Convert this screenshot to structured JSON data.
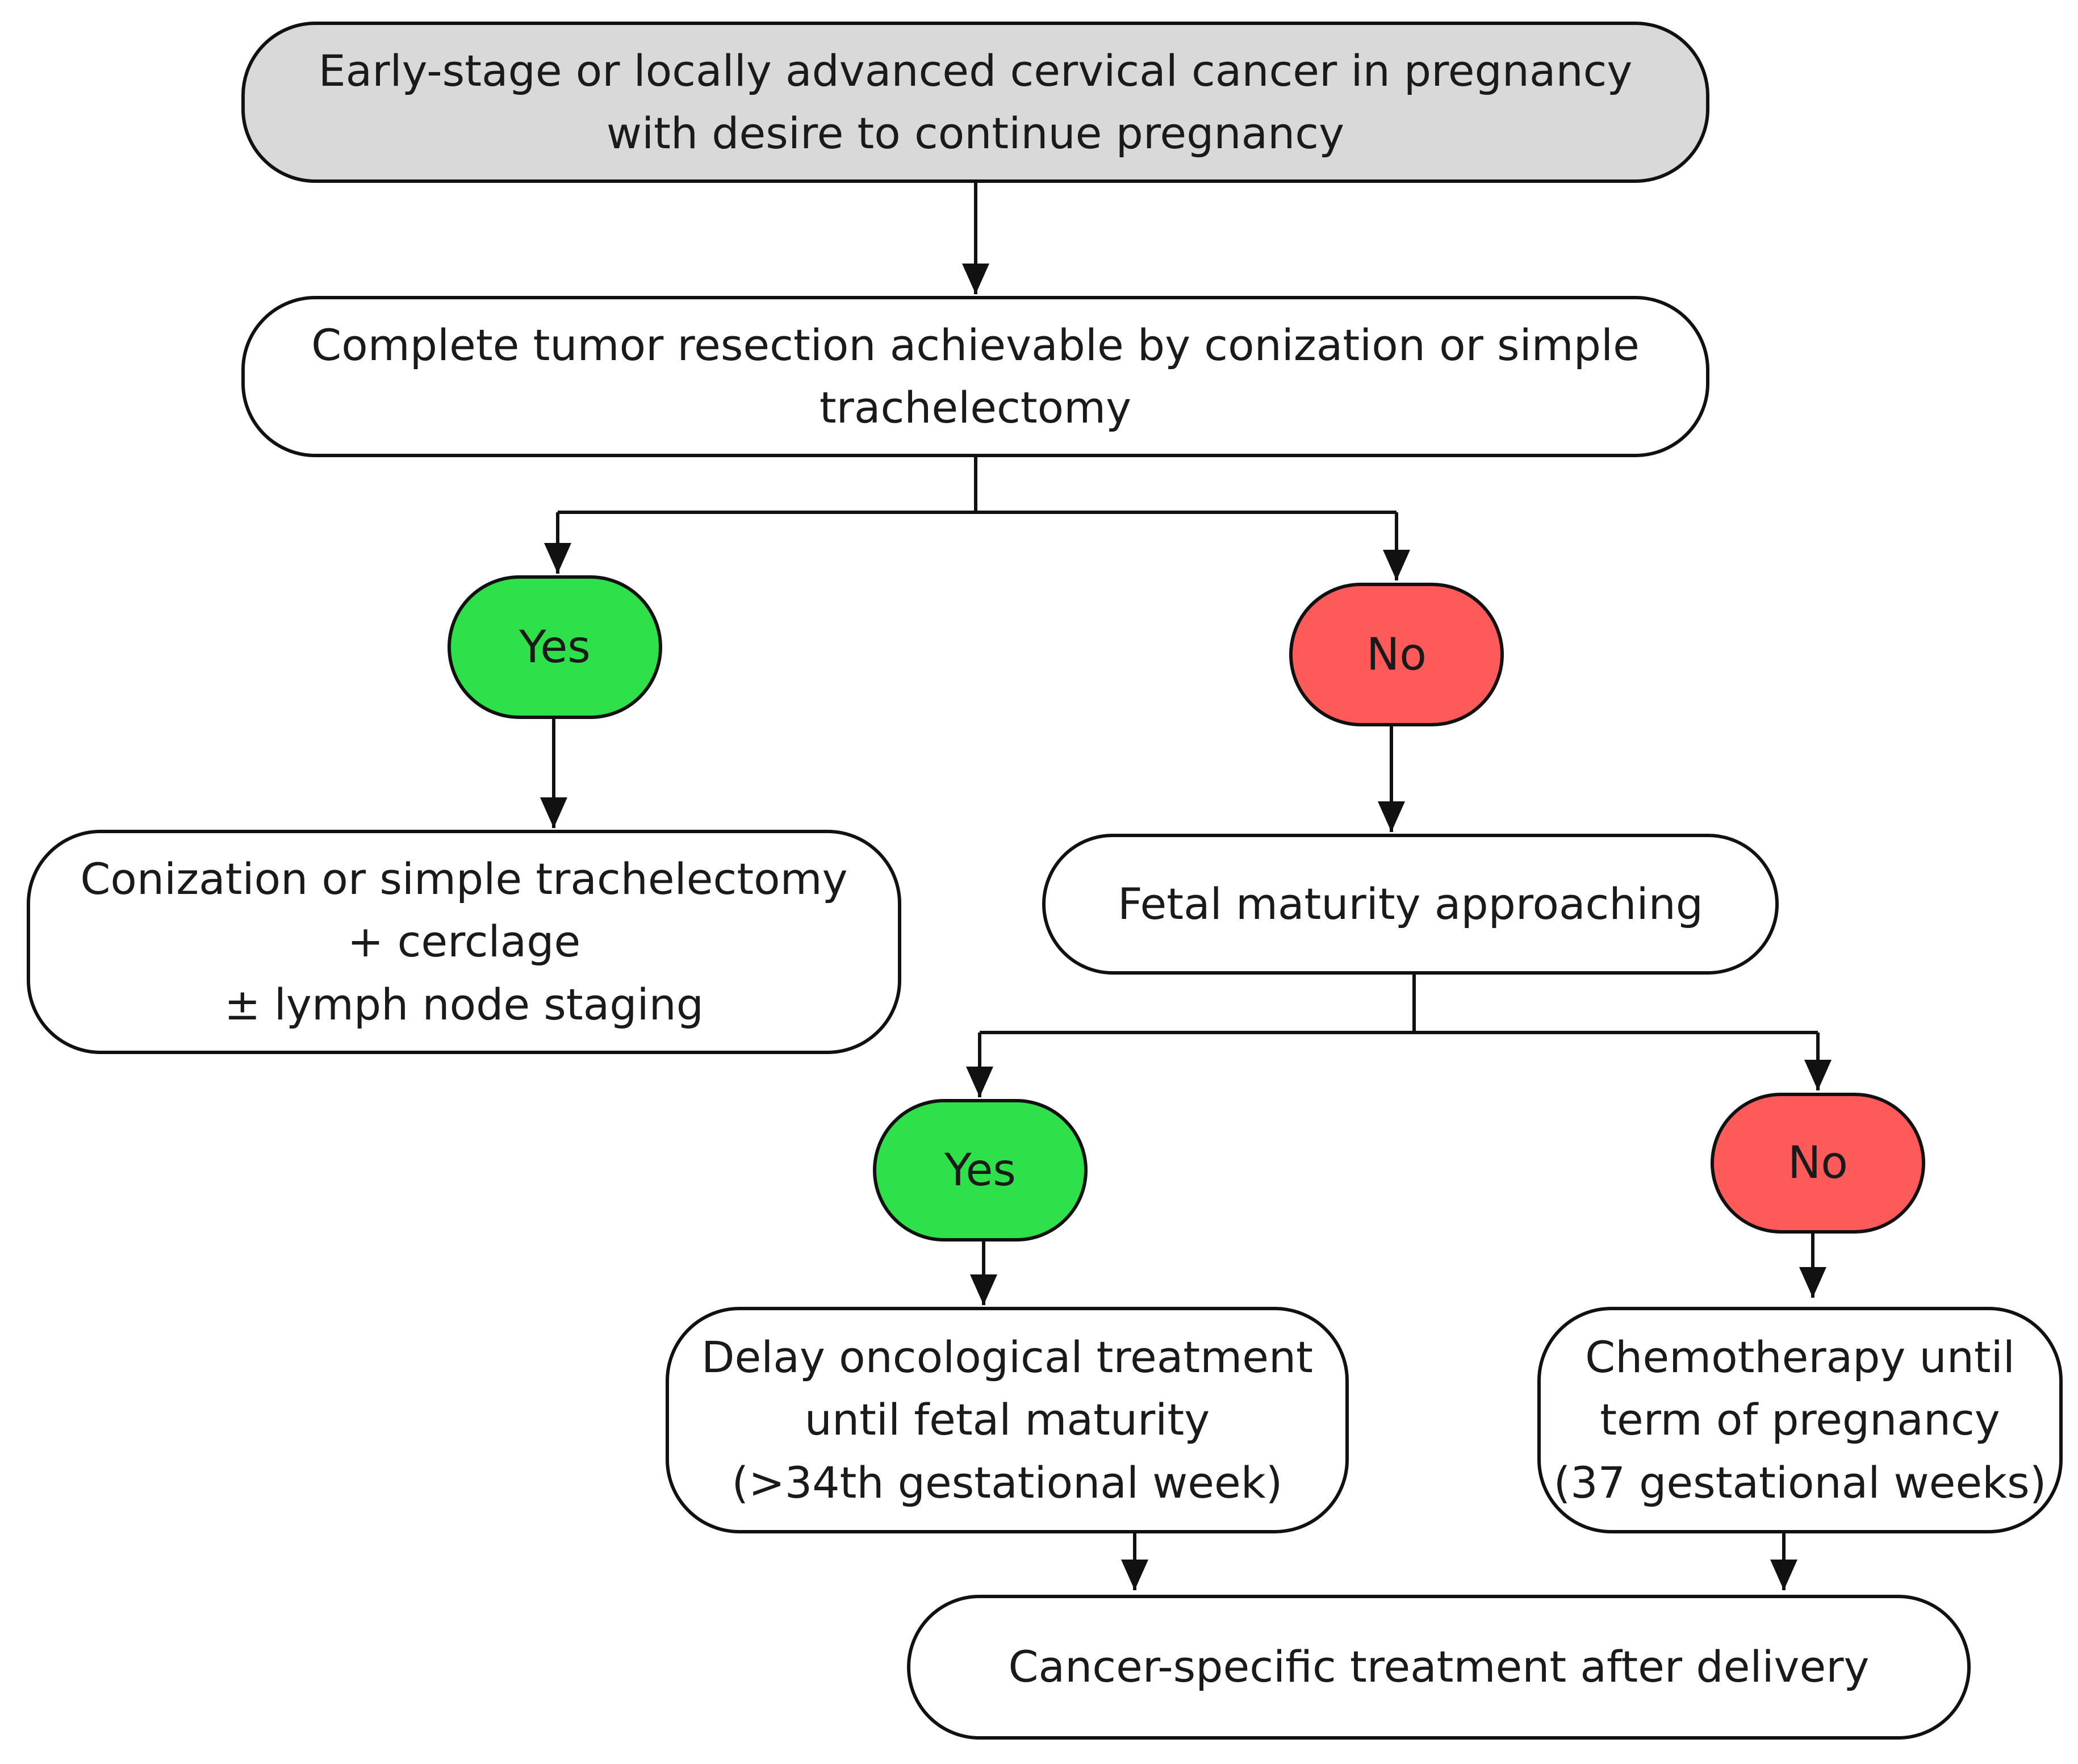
{
  "colors": {
    "start_fill": "#d9d9d9",
    "yes_fill": "#2ee04a",
    "no_fill": "#ff5a5a",
    "stroke": "#111111"
  },
  "nodes": {
    "start": {
      "lines": [
        "Early-stage or locally advanced cervical cancer in pregnancy",
        "with desire to continue pregnancy"
      ]
    },
    "resection": {
      "lines": [
        "Complete tumor resection achievable by conization or simple",
        "trachelectomy"
      ]
    },
    "yes1": {
      "label": "Yes"
    },
    "no1": {
      "label": "No"
    },
    "conization": {
      "lines": [
        "Conization or simple trachelectomy",
        "+ cerclage",
        "± lymph node staging"
      ]
    },
    "fetal": {
      "lines": [
        "Fetal maturity approaching"
      ]
    },
    "yes2": {
      "label": "Yes"
    },
    "no2": {
      "label": "No"
    },
    "delay": {
      "lines": [
        "Delay oncological treatment",
        "until fetal maturity",
        "(>34th gestational week)"
      ]
    },
    "chemo": {
      "lines": [
        "Chemotherapy until",
        "term of pregnancy",
        "(37 gestational weeks)"
      ]
    },
    "after": {
      "lines": [
        "Cancer-specific treatment after delivery"
      ]
    }
  }
}
